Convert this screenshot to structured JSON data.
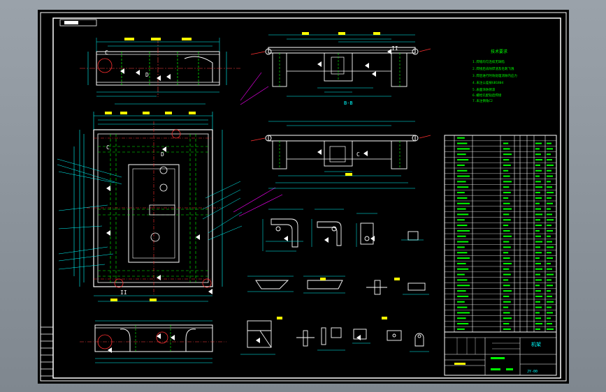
{
  "drawing": {
    "title_stamp": "",
    "tech_notes_title": "技术要求",
    "tech_notes": [
      "1.焊缝均匀连续无缺陷",
      "2.焊接后去除焊渣及毛刺飞溅",
      "3.焊后进行时效处理消除内应力",
      "4.未注公差按GB1804",
      "5.表面涂防锈漆",
      "6.螺栓孔配钻后焊接",
      "7.未注倒角C2"
    ],
    "section_label": "B-B",
    "title_block_name": "机架",
    "drawing_number": "JY-00"
  },
  "colors": {
    "background": "#000000",
    "frame": "#ffffff",
    "dimension": "#00ffff",
    "part_line": "#ffffff",
    "hidden_line": "#ff3030",
    "centerline": "#ff4040",
    "hatch": "#00ff00",
    "leader": "#ff00ff",
    "text_green": "#00ff00",
    "text_yellow": "#ffff00"
  }
}
